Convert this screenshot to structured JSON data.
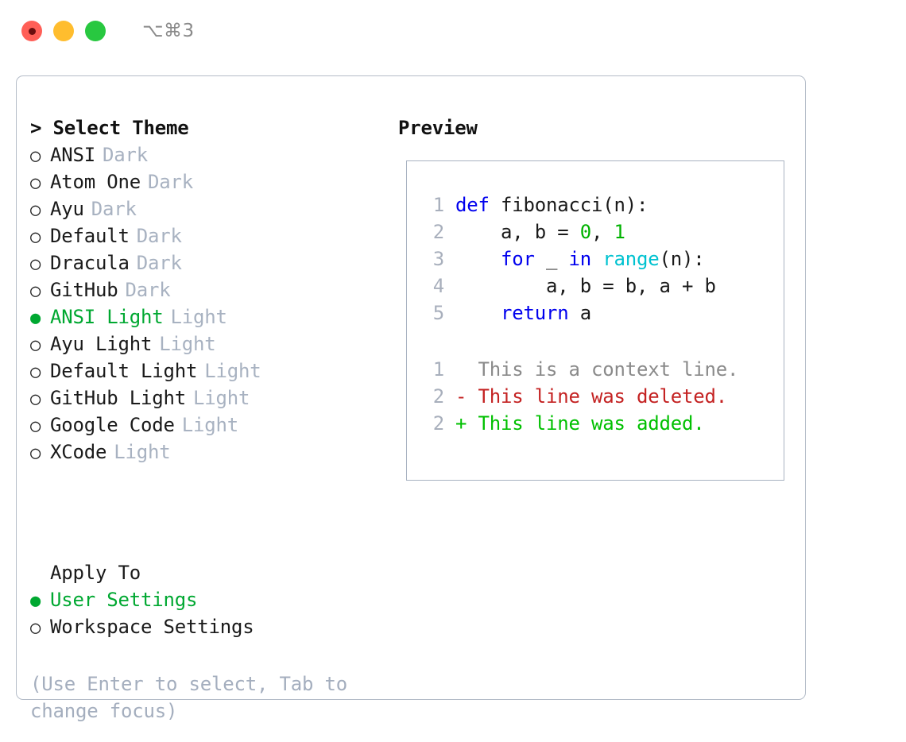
{
  "titlebar": {
    "shortcut": "⌥⌘3",
    "buttons": [
      {
        "name": "close",
        "color": "#FF5F57"
      },
      {
        "name": "minimize",
        "color": "#FFBD2E"
      },
      {
        "name": "zoom",
        "color": "#28C840"
      }
    ]
  },
  "theme_panel": {
    "heading": "> Select Theme",
    "items": [
      {
        "bullet": "○",
        "name": "ANSI",
        "kind": "Dark",
        "selected": false
      },
      {
        "bullet": "○",
        "name": "Atom One",
        "kind": "Dark",
        "selected": false
      },
      {
        "bullet": "○",
        "name": "Ayu",
        "kind": "Dark",
        "selected": false
      },
      {
        "bullet": "○",
        "name": "Default",
        "kind": "Dark",
        "selected": false
      },
      {
        "bullet": "○",
        "name": "Dracula",
        "kind": "Dark",
        "selected": false
      },
      {
        "bullet": "○",
        "name": "GitHub",
        "kind": "Dark",
        "selected": false
      },
      {
        "bullet": "●",
        "name": "ANSI Light",
        "kind": "Light",
        "selected": true
      },
      {
        "bullet": "○",
        "name": "Ayu Light",
        "kind": "Light",
        "selected": false
      },
      {
        "bullet": "○",
        "name": "Default Light",
        "kind": "Light",
        "selected": false
      },
      {
        "bullet": "○",
        "name": "GitHub Light",
        "kind": "Light",
        "selected": false
      },
      {
        "bullet": "○",
        "name": "Google Code",
        "kind": "Light",
        "selected": false
      },
      {
        "bullet": "○",
        "name": "XCode",
        "kind": "Light",
        "selected": false
      }
    ]
  },
  "apply_to": {
    "heading": "Apply To",
    "options": [
      {
        "bullet": "●",
        "label": "User Settings",
        "selected": true
      },
      {
        "bullet": "○",
        "label": "Workspace Settings",
        "selected": false
      }
    ]
  },
  "hint": "(Use Enter to select, Tab to change focus)",
  "preview": {
    "heading": "Preview",
    "code_lines": [
      {
        "num": "1",
        "tokens": [
          {
            "t": "def",
            "c": "kw"
          },
          {
            "t": " fibonacci(n):",
            "c": "plain"
          }
        ]
      },
      {
        "num": "2",
        "tokens": [
          {
            "t": "    a, b = ",
            "c": "plain"
          },
          {
            "t": "0",
            "c": "num"
          },
          {
            "t": ", ",
            "c": "plain"
          },
          {
            "t": "1",
            "c": "num"
          }
        ]
      },
      {
        "num": "3",
        "tokens": [
          {
            "t": "    ",
            "c": "plain"
          },
          {
            "t": "for",
            "c": "kw"
          },
          {
            "t": " _ ",
            "c": "plain"
          },
          {
            "t": "in",
            "c": "kw"
          },
          {
            "t": " ",
            "c": "plain"
          },
          {
            "t": "range",
            "c": "fn"
          },
          {
            "t": "(n):",
            "c": "plain"
          }
        ]
      },
      {
        "num": "4",
        "tokens": [
          {
            "t": "        a, b = b, a + b",
            "c": "plain"
          }
        ]
      },
      {
        "num": "5",
        "tokens": [
          {
            "t": "    ",
            "c": "plain"
          },
          {
            "t": "return",
            "c": "kw"
          },
          {
            "t": " a",
            "c": "plain"
          }
        ]
      }
    ],
    "diff_lines": [
      {
        "num": "1",
        "marker": "  ",
        "text": "This is a context line.",
        "kind": "ctx"
      },
      {
        "num": "2",
        "marker": "- ",
        "text": "This line was deleted.",
        "kind": "del"
      },
      {
        "num": "2",
        "marker": "+ ",
        "text": "This line was added.",
        "kind": "add"
      }
    ]
  },
  "colors": {
    "accent_green": "#00A831",
    "muted_gray": "#A8B2C1",
    "keyword_blue": "#0000EE",
    "function_cyan": "#00C2D0",
    "number_green": "#00B200",
    "diff_red": "#C42222",
    "diff_green": "#00C000",
    "border": "#B4BCC8"
  }
}
